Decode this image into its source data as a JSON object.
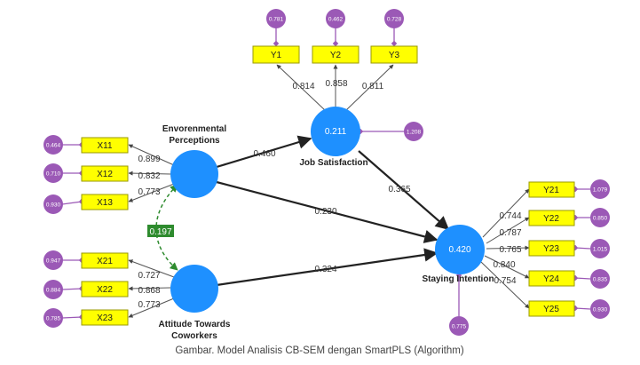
{
  "caption": "Gambar. Model Analisis CB-SEM dengan SmartPLS (Algorithm)",
  "colors": {
    "latent": "#1e90ff",
    "indicator_fill": "#ffff00",
    "indicator_border": "#999900",
    "error": "#9b59b6",
    "path": "#222222",
    "covariance": "#2e8b2e",
    "text": "#222222"
  },
  "latents": {
    "env": {
      "title_line1": "Envorenmental",
      "title_line2": "Perceptions",
      "value": ""
    },
    "att": {
      "title_line1": "Attitude Towards",
      "title_line2": "Coworkers",
      "value": ""
    },
    "js": {
      "title": "Job Satisfaction",
      "value": "0.211"
    },
    "si": {
      "title": "Staying Intention",
      "value": "0.420"
    }
  },
  "indicators": {
    "X11": "X11",
    "X12": "X12",
    "X13": "X13",
    "X21": "X21",
    "X22": "X22",
    "X23": "X23",
    "Y1": "Y1",
    "Y2": "Y2",
    "Y3": "Y3",
    "Y21": "Y21",
    "Y22": "Y22",
    "Y23": "Y23",
    "Y24": "Y24",
    "Y25": "Y25"
  },
  "errors": {
    "X11": "0.464",
    "X12": "0.710",
    "X13": "0.930",
    "X21": "0.947",
    "X22": "0.884",
    "X23": "0.785",
    "Y1": "0.781",
    "Y2": "0.462",
    "Y3": "0.728",
    "Y21": "1.079",
    "Y22": "0.850",
    "Y23": "1.015",
    "Y24": "0.835",
    "Y25": "0.930",
    "js": "1.208",
    "si": "0.775"
  },
  "loadings": {
    "X11": "0.899",
    "X12": "0.832",
    "X13": "0.773",
    "X21": "0.727",
    "X22": "0.868",
    "X23": "0.773",
    "Y1": "0.814",
    "Y2": "0.858",
    "Y3": "0.811",
    "Y21": "0.744",
    "Y22": "0.787",
    "Y23": "0.765",
    "Y24": "0.840",
    "Y25": "0.754"
  },
  "paths": {
    "env_js": "0.460",
    "env_si": "0.230",
    "att_si": "0.324",
    "js_si": "0.365"
  },
  "covariance": {
    "env_att": "0.197"
  }
}
